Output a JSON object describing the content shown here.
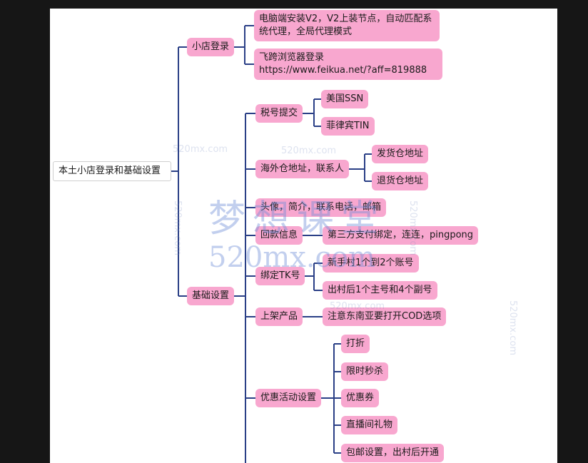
{
  "mindmap": {
    "root": "本土小店登录和基础设置",
    "branches": [
      {
        "label": "小店登录",
        "children": [
          {
            "label": "电脑端安装V2，V2上装节点，自动匹配系统代理，全局代理模式"
          },
          {
            "label": "飞跨浏览器登录 https://www.feikua.net/?aff=819888"
          }
        ]
      },
      {
        "label": "基础设置",
        "children": [
          {
            "label": "税号提交",
            "children": [
              "美国SSN",
              "菲律宾TIN"
            ]
          },
          {
            "label": "海外仓地址，联系人",
            "children": [
              "发货仓地址",
              "退货仓地址"
            ]
          },
          {
            "label": "头像，简介，联系电话，邮箱",
            "children": []
          },
          {
            "label": "回款信息",
            "children": [
              "第三方支付绑定，连连，pingpong"
            ]
          },
          {
            "label": "绑定TK号",
            "children": [
              "新手村1个到2个账号",
              "出村后1个主号和4个副号"
            ]
          },
          {
            "label": "上架产品",
            "children": [
              "注意东南亚要打开COD选项"
            ]
          },
          {
            "label": "优惠活动设置",
            "children": [
              "打折",
              "限时秒杀",
              "优惠券",
              "直播间礼物",
              "包邮设置，出村后开通"
            ]
          }
        ]
      }
    ]
  },
  "watermark": {
    "main": "梦想课堂",
    "domain": "520mx.com"
  },
  "colors": {
    "node": "#f8a7cf",
    "line": "#2a3f86",
    "background": "#ffffff",
    "frame": "#161616"
  }
}
